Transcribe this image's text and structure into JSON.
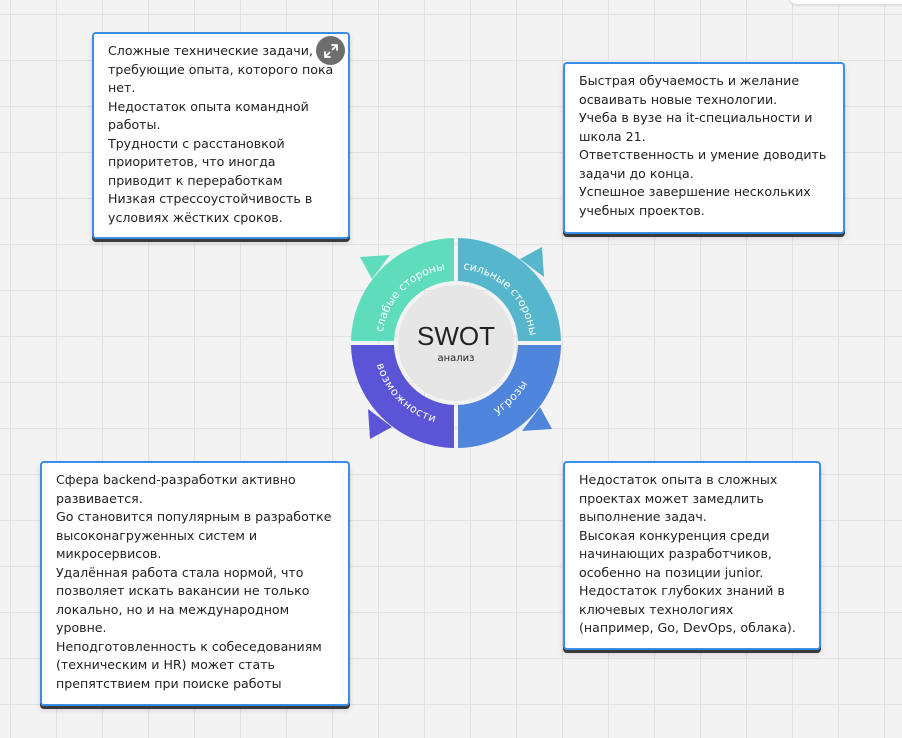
{
  "weaknesses": {
    "text": "Сложные технические задачи, требующие опыта, которого пока нет.\nНедостаток опыта командной работы.\nТрудности с расстановкой приоритетов, что иногда приводит к переработкам\nНизкая стрессоустойчивость в условиях жёстких сроков."
  },
  "strengths": {
    "text": "Быстрая обучаемость и желание осваивать новые технологии.\nУчеба в вузе на it-специальности и школа 21.\nОтветственность и умение доводить задачи до конца.\nУспешное завершение нескольких учебных проектов."
  },
  "opportunities": {
    "text": "Сфера backend-разработки активно развивается.\nGo становится популярным в разработке высоконагруженных систем и микросервисов.\nУдалённая работа стала нормой, что позволяет искать вакансии не только локально, но и на международном уровне.\nНеподготовленность к собеседованиям (техническим и HR) может стать препятствием при поиске работы"
  },
  "threats": {
    "text": "Недостаток опыта в сложных проектах может замедлить выполнение задач.\nВысокая конкуренция среди начинающих разработчиков, особенно на позиции junior.\nНедостаток глубоких знаний в ключевых технологиях (например, Go, DevOps, облака)."
  },
  "diagram": {
    "title": "SWOT",
    "subtitle": "анализ",
    "segments": {
      "weak": "слабые стороны",
      "strong": "сильные стороны",
      "opps": "возможности",
      "threats": "угрозы"
    }
  },
  "colors": {
    "weak": "#5fdcbc",
    "strong": "#56b6cc",
    "opps": "#5a55d6",
    "threats": "#4f86dc",
    "card_border": "#3b8ee8"
  },
  "icons": {
    "expand": "expand-arrows-icon"
  }
}
